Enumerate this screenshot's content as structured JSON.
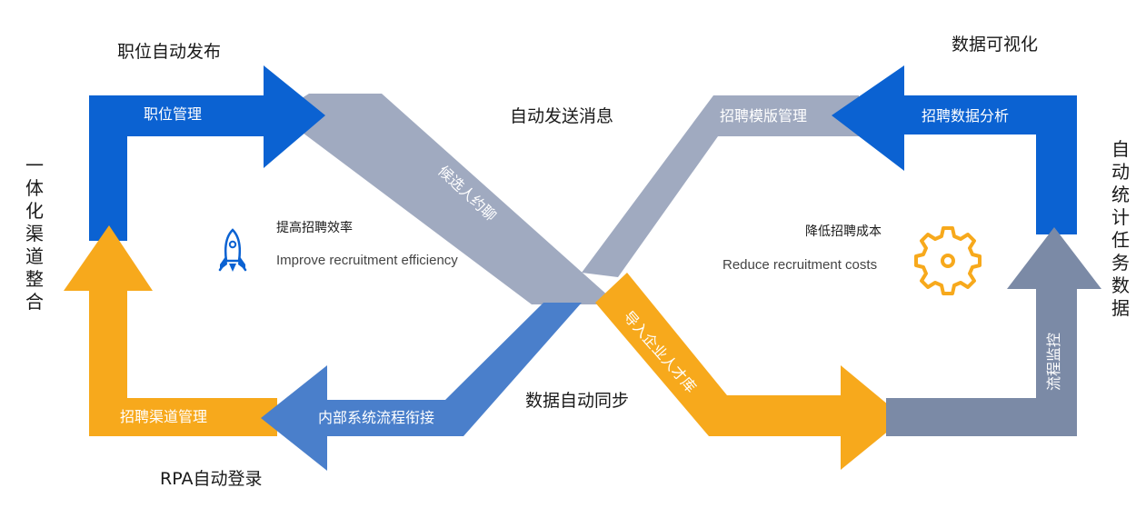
{
  "colors": {
    "blue": "#0b62d2",
    "mid_blue": "#4a7fcb",
    "orange": "#f7a91c",
    "gray": "#a0aac0",
    "slate": "#7b8aa6"
  },
  "outer_labels": {
    "top_left": "职位自动发布",
    "top_center": "自动发送消息",
    "top_right": "数据可视化",
    "bottom_left": "RPA自动登录",
    "bottom_center": "数据自动同步"
  },
  "vertical_labels": {
    "left": [
      "一",
      "体",
      "化",
      "渠",
      "道",
      "整",
      "合"
    ],
    "right": [
      "自",
      "动",
      "统",
      "计",
      "任",
      "务",
      "数",
      "据"
    ]
  },
  "bands": {
    "job_management": "职位管理",
    "candidate_invite": "候选人约聊",
    "template_management": "招聘模版管理",
    "data_analysis": "招聘数据分析",
    "channel_management": "招聘渠道管理",
    "internal_process": "内部系统流程衔接",
    "import_talent": "导入企业人才库",
    "process_monitor": "流程监控"
  },
  "center_left": {
    "icon": "rocket-icon",
    "title_cn": "提高招聘效率",
    "title_en": "Improve recruitment efficiency"
  },
  "center_right": {
    "icon": "gear-icon",
    "title_cn": "降低招聘成本",
    "title_en": "Reduce recruitment costs"
  }
}
